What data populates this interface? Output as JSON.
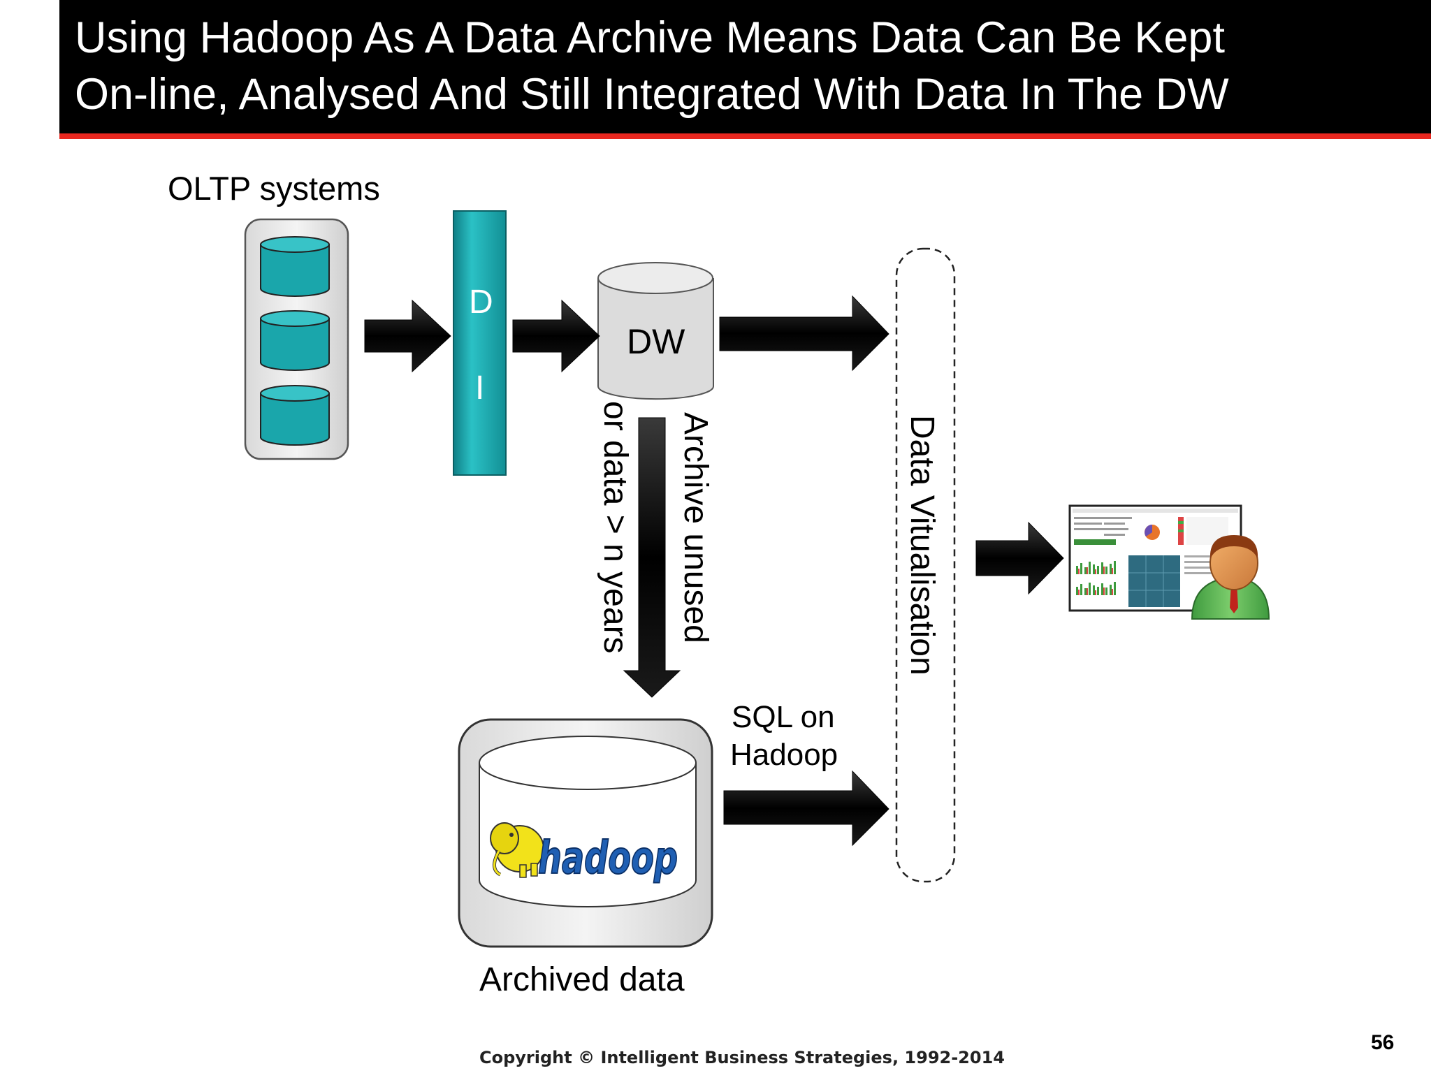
{
  "slide": {
    "title": "Using Hadoop As A Data Archive Means Data Can Be Kept\nOn-line, Analysed And Still Integrated With Data In The DW",
    "page_number": "56",
    "copyright": "Copyright © Intelligent Business Strategies, 1992-2014"
  },
  "diagram": {
    "oltp_label": "OLTP systems",
    "di_top": "D",
    "di_bottom": "I",
    "dw_label": "DW",
    "archive_label_1": "Archive unused",
    "archive_label_2": "or data > n years",
    "archived_label": "Archived data",
    "hadoop_logo_text": "hadoop",
    "sql_label_1": "SQL on",
    "sql_label_2": "Hadoop",
    "virtualisation_label": "Data Vitualisation"
  },
  "colors": {
    "title_bg": "#000000",
    "title_rule": "#e8271f",
    "teal": "#1aa6ab",
    "dw_grey": "#dcdcdc",
    "hadoop_blue": "#1f5fb3",
    "elephant_yellow": "#f2e21a"
  }
}
